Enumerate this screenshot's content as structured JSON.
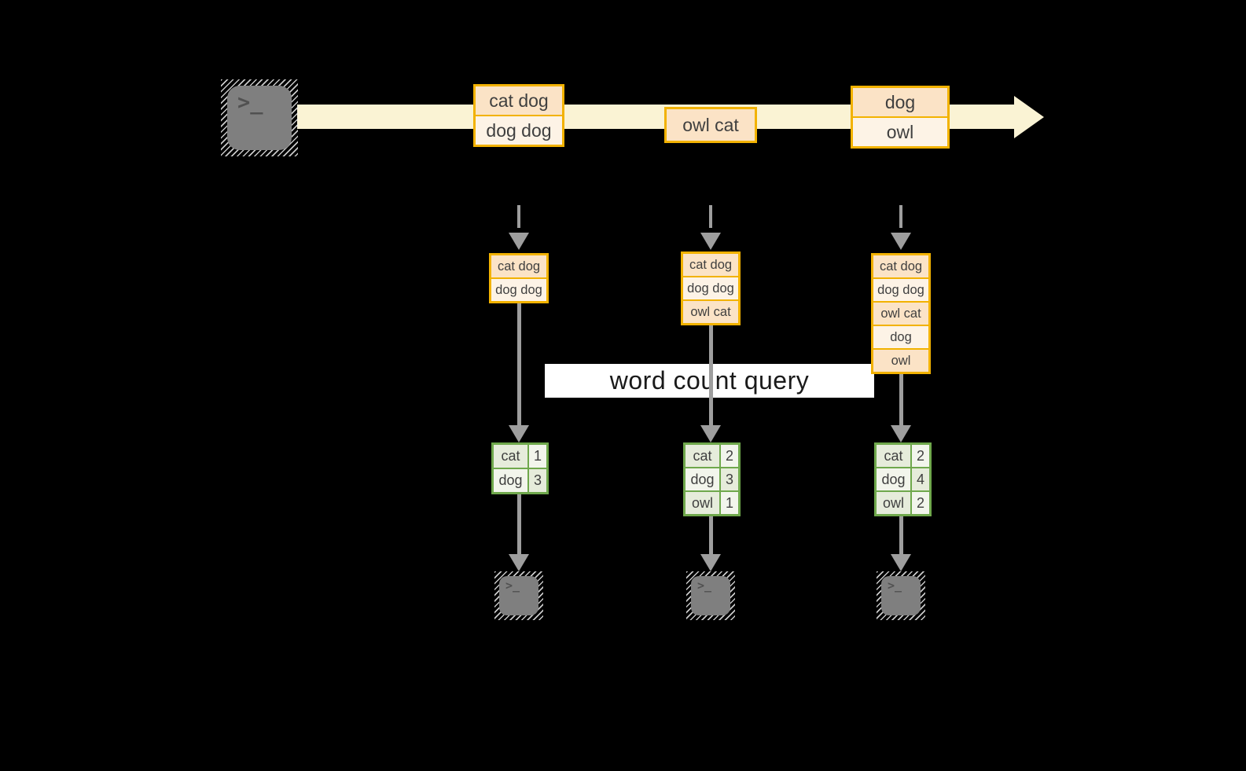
{
  "diagram": {
    "query_label": "word count query",
    "timeline_events": [
      {
        "lines": [
          "cat dog",
          "dog dog"
        ]
      },
      {
        "lines": [
          "owl cat"
        ]
      },
      {
        "lines": [
          "dog",
          "owl"
        ]
      }
    ],
    "state_stacks": [
      {
        "rows": [
          "cat dog",
          "dog dog"
        ]
      },
      {
        "rows": [
          "cat dog",
          "dog dog",
          "owl cat"
        ]
      },
      {
        "rows": [
          "cat dog",
          "dog dog",
          "owl cat",
          "dog",
          "owl"
        ]
      }
    ],
    "result_tables": [
      {
        "rows": [
          {
            "word": "cat",
            "count": "1"
          },
          {
            "word": "dog",
            "count": "3"
          }
        ]
      },
      {
        "rows": [
          {
            "word": "cat",
            "count": "2"
          },
          {
            "word": "dog",
            "count": "3"
          },
          {
            "word": "owl",
            "count": "1"
          }
        ]
      },
      {
        "rows": [
          {
            "word": "cat",
            "count": "2"
          },
          {
            "word": "dog",
            "count": "4"
          },
          {
            "word": "owl",
            "count": "2"
          }
        ]
      }
    ],
    "terminal_glyph": ">_",
    "colors": {
      "background": "#000000",
      "stream_band": "#FAF3D4",
      "event_border": "#F2B200",
      "event_fill_peach": "#FBE3C6",
      "event_fill_cream": "#FDF3E6",
      "result_border": "#6FA84C",
      "result_fill_sage": "#E6ECDB",
      "result_fill_light": "#F2F5EC",
      "arrow": "#9E9E9E",
      "terminal_fill": "#7F7F7F",
      "query_band_bg": "#FFFFFF",
      "text": "#3F3F3F"
    }
  }
}
